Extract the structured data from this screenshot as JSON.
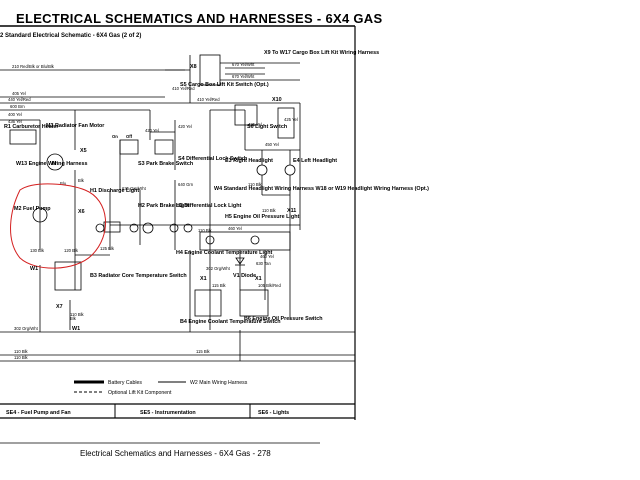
{
  "header": {
    "title": "ELECTRICAL   SCHEMATICS AND HARNESSES - 6X4 GAS",
    "subtitle": "2 Standard Electrical Schematic - 6X4 Gas (2 of 2)"
  },
  "footer": {
    "text": "Electrical   Schematics and Harnesses - 6X4 Gas  - 278"
  },
  "diagram": {
    "wire_labels": {
      "w210": "210 Red/Blk or Blu/Blk",
      "w405": "405 Yel",
      "w440": "440 Yel/Red",
      "w600": "600 Brn",
      "w400": "400 Yel",
      "w436": "436 Yel",
      "w670a": "670 Yel/Wht",
      "w670b": "670 Yel/Wht",
      "w410": "410 Yel/Red",
      "w410b": "410 Yel/Red",
      "w420": "420 Yel",
      "w420b": "420 Yel",
      "w425": "425 Yel",
      "w425b": "425 Yel",
      "w450": "450 Yel",
      "w635": "635 Grn/Wht",
      "w640": "640 Grn",
      "w125": "125 Blk",
      "w130": "130 Blk",
      "w120": "120 Blk",
      "w110": "110 Blk",
      "w302": "302 Org/Wht",
      "w110a": "110 Blk",
      "w110b": "110 Blk",
      "w115": "115 Blk",
      "w110c": "110 Blk",
      "w110d": "110 Blk",
      "w460": "460 Yel",
      "w460b": "460 Yel",
      "w302b": "302 Org/Wht",
      "w630": "630 Tan",
      "w105": "105 Blk/Red",
      "w115b": "115 Blk",
      "w110e": "110 Blk",
      "blu": "Blu",
      "blk": "Blk",
      "blk2": "Blk"
    },
    "components": {
      "x9": "X9 To W17 Cargo Box Lift Kit Wiring Harness",
      "x8": "X8",
      "s5": "S5 Cargo Box Lift Kit Switch (Opt.)",
      "x10": "X10",
      "r1": "R1 Carburetor Heater",
      "m3": "M3 Radiator Fan Motor",
      "m_symbol": "M",
      "x5": "X5",
      "w13": "W13 Engine Wiring Harness",
      "m2": "M2 Fuel Pump",
      "x6": "X6",
      "w1a": "W1",
      "x7": "X7",
      "w1b": "W1",
      "b3": "B3 Radiator Core Temperature Switch",
      "h1": "H1 Discharge Light",
      "h2": "H2 Park Brake Light",
      "h3": "H3 Differential Lock Light",
      "s3": "S3 Park Brake Switch",
      "s4": "S4 Differential Lock Switch",
      "s6": "S6 Light Switch",
      "e3": "E3 Right Headlight",
      "e4": "E4 Left Headlight",
      "w4": "W4 Standard Headlight Wiring Harness W18 or W19 Headlight Wiring Harness (Opt.)",
      "x11": "X11",
      "h5": "H5 Engine Oil Pressure Light",
      "h4": "H4 Engine Coolant Temperature Light",
      "v1": "V1 Diode",
      "x1a": "X1",
      "x1b": "X1",
      "b4": "B4 Engine Coolant Temperature Switch",
      "b6": "B6 Engine Oil Pressure Switch",
      "on": "On",
      "off": "Off"
    },
    "legend": {
      "battery": "Battery Cables",
      "w2": "W2 Main Wiring Harness",
      "optional": "Optional Lift Kit Component"
    },
    "sections": [
      "SE4 - Fuel Pump and Fan",
      "SE5 - Instrumentation",
      "SE6 - Lights"
    ]
  }
}
